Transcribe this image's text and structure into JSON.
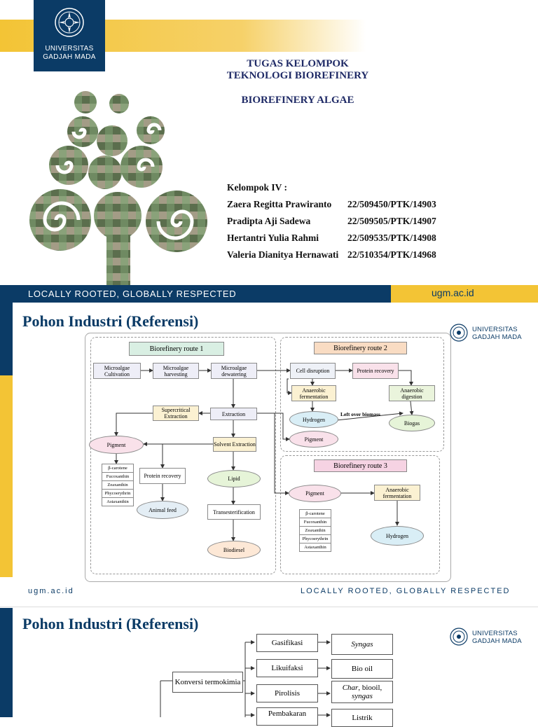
{
  "slide1": {
    "logo_line1": "UNIVERSITAS",
    "logo_line2": "GADJAH MADA",
    "title1": "TUGAS KELOMPOK",
    "title2": "TEKNOLOGI BIOREFINERY",
    "subtitle": "BIOREFINERY ALGAE",
    "group_label": "Kelompok IV :",
    "members": [
      {
        "name": "Zaera Regitta Prawiranto",
        "id": "22/509450/PTK/14903"
      },
      {
        "name": "Pradipta Aji Sadewa",
        "id": "22/509505/PTK/14907"
      },
      {
        "name": "Hertantri Yulia Rahmi",
        "id": "22/509535/PTK/14908"
      },
      {
        "name": "Valeria Dianitya Hernawati",
        "id": "22/510354/PTK/14968"
      }
    ],
    "tagline": "LOCALLY ROOTED, GLOBALLY RESPECTED",
    "url": "ugm.ac.id"
  },
  "slide2": {
    "title": "Pohon Industri (Referensi)",
    "logo_line1": "UNIVERSITAS",
    "logo_line2": "GADJAH MADA",
    "footer_url": "ugm.ac.id",
    "footer_tag": "LOCALLY ROOTED, GLOBALLY RESPECTED",
    "route1": "Biorefinery route 1",
    "route2": "Biorefinery route 2",
    "route3": "Biorefinery route 3",
    "nodes": {
      "cultivation": "Microalgae Cultivation",
      "harvesting": "Microalgae harvesting",
      "dewatering": "Microalgae dewatering",
      "cell_disruption": "Cell disruption",
      "protein_recovery_r2": "Protein recovery",
      "anaerobic_fermentation_r2": "Anaerobic fermentation",
      "anaerobic_digestion": "Anaerobic digestion",
      "hydrogen_r2": "Hydrogen",
      "left_over": "Left over biomass",
      "biogas": "Biogas",
      "pigment_r2": "Pigment",
      "supercritical": "Supercritical Extraction",
      "extraction": "Extraction",
      "pigment_r1": "Pigment",
      "solvent": "Solvent Extraction",
      "protein_recovery_r1": "Protein recovery",
      "lipid": "Lipid",
      "animal_feed": "Animal feed",
      "transesterification": "Transesterification",
      "biodiesel": "Biodiesel",
      "pigment_r3": "Pigment",
      "anaerobic_fermentation_r3": "Anaerobic fermentation",
      "hydrogen_r3": "Hydrogen"
    },
    "pigments": [
      "β-carotene",
      "Fucoxanthin",
      "Zeaxanthin",
      "Phycoerythrin",
      "Astaxanthin"
    ]
  },
  "slide3": {
    "title": "Pohon Industri (Referensi)",
    "logo_line1": "UNIVERSITAS",
    "logo_line2": "GADJAH MADA",
    "konversi": "Konversi termokimia",
    "gasifikasi": "Gasifikasi",
    "syngas": "Syngas",
    "likuifaksi": "Likuifaksi",
    "biooil": "Bio oil",
    "pirolisis": "Pirolisis",
    "char_a": "Char",
    "char_b": ", biooil,",
    "char_c": "syngas",
    "pembakaran": "Pembakaran",
    "listrik": "Listrik"
  },
  "colors": {
    "ugm_blue": "#0b3b66",
    "ugm_yellow": "#f3c435",
    "route1_fill": "#d9efe3",
    "route2_fill": "#f9dcc3",
    "route3_fill": "#f6d3e3"
  }
}
